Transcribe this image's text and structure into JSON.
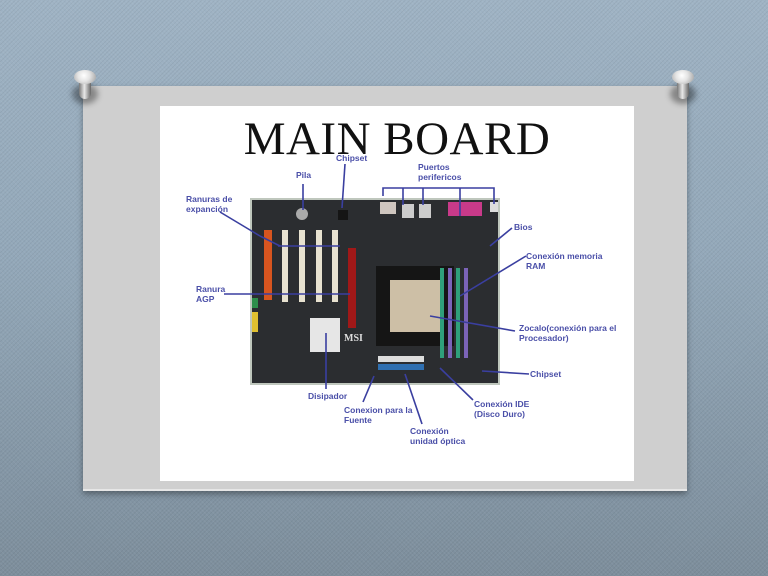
{
  "slide": {
    "title": "MAIN BOARD",
    "board_brand": "MSI",
    "labels": {
      "pila": "Pila",
      "chipset_top": "Chipset",
      "puertos": "Puertos\nperifericos",
      "ranuras": "Ranuras de\nexpanción",
      "bios": "Bios",
      "ram": "Conexión memoria\nRAM",
      "agp": "Ranura\nAGP",
      "zocalo": "Zocalo(conexión para el\nProcesador)",
      "chipset_right": "Chipset",
      "disipador": "Disipador",
      "fuente": "Conexion para la\nFuente",
      "ide": "Conexión IDE\n(Disco Duro)",
      "optica": "Conexión\nunidad óptica"
    }
  },
  "colors": {
    "background": "#93a8b9",
    "frame": "#cfcfcf",
    "slide": "#ffffff",
    "label": "#4a4fa8",
    "line": "#3a3fa0"
  }
}
